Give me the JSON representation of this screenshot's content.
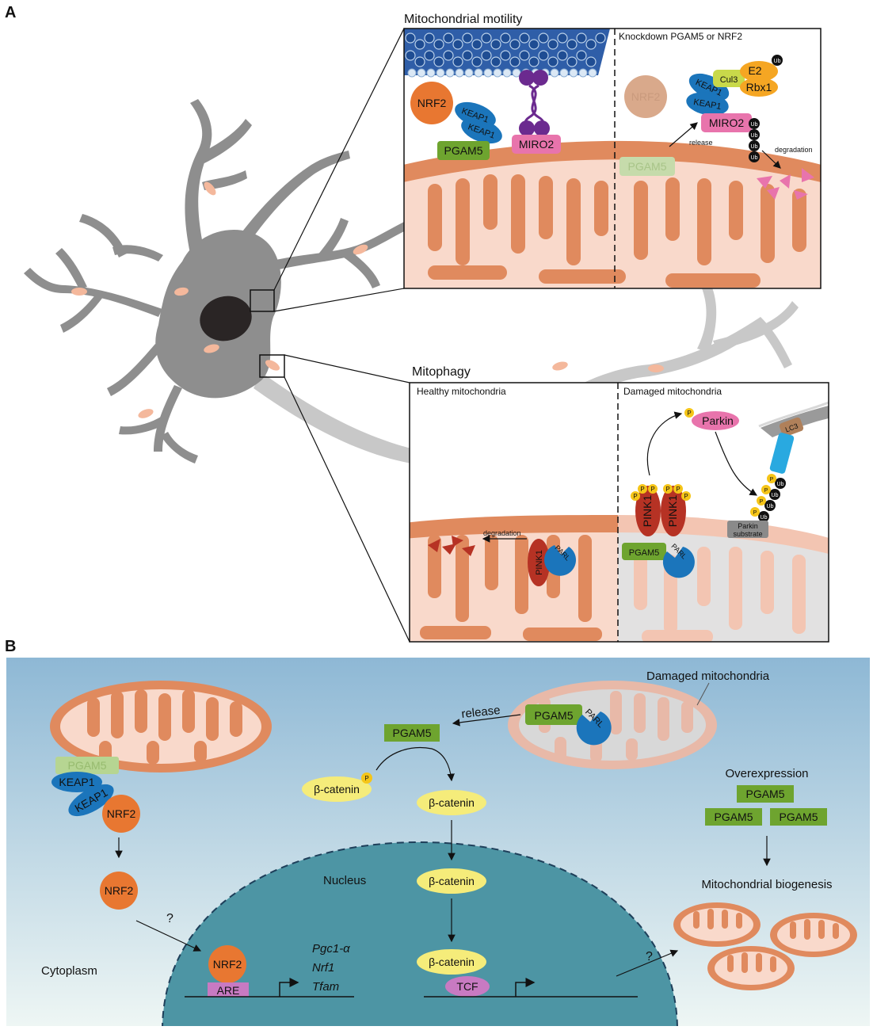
{
  "panels": {
    "a": {
      "letter": "A",
      "motility": {
        "title": "Mitochondrial motility",
        "right_header": "Knockdown PGAM5 or NRF2",
        "nrf2": "NRF2",
        "keap1": "KEAP1",
        "pgam5": "PGAM5",
        "miro2": "MIRO2",
        "cul3": "Cul3",
        "e2": "E2",
        "rbx1": "Rbx1",
        "ub": "Ub",
        "release": "release",
        "degradation": "degradation"
      },
      "mitophagy": {
        "title": "Mitophagy",
        "healthy": "Healthy mitochondria",
        "damaged": "Damaged mitochondria",
        "degradation": "degradation",
        "pink1": "PINK1",
        "parl": "PARL",
        "pgam5": "PGAM5",
        "parkin": "Parkin",
        "parkin_substrate_1": "Parkin",
        "parkin_substrate_2": "substrate",
        "lc3": "LC3",
        "p": "P",
        "ub": "Ub"
      }
    },
    "b": {
      "letter": "B",
      "damaged_mito": "Damaged mitochondria",
      "release": "release",
      "pgam5": "PGAM5",
      "parl": "PARL",
      "keap1": "KEAP1",
      "nrf2": "NRF2",
      "beta_catenin": "β-catenin",
      "p": "P",
      "overexpression": "Overexpression",
      "biogenesis": "Mitochondrial biogenesis",
      "nucleus": "Nucleus",
      "cytoplasm": "Cytoplasm",
      "question": "?",
      "are": "ARE",
      "tcf": "TCF",
      "genes": [
        "Pgc1-α",
        "Nrf1",
        "Tfam"
      ]
    }
  },
  "colors": {
    "nrf2": "#e87731",
    "keap1": "#1b75bb",
    "pgam5": "#6ea42f",
    "miro2": "#e874ac",
    "pink1": "#b63224",
    "mito_outer": "#e08a5e",
    "mito_inner": "#f9d9cb",
    "neuron": "#8c8c8c",
    "beta_catenin": "#f5ec7a",
    "nucleus": "#4d95a4",
    "cytoplasm_top": "#8eb8d5",
    "cytoplasm_bottom": "#e5f1f0"
  }
}
